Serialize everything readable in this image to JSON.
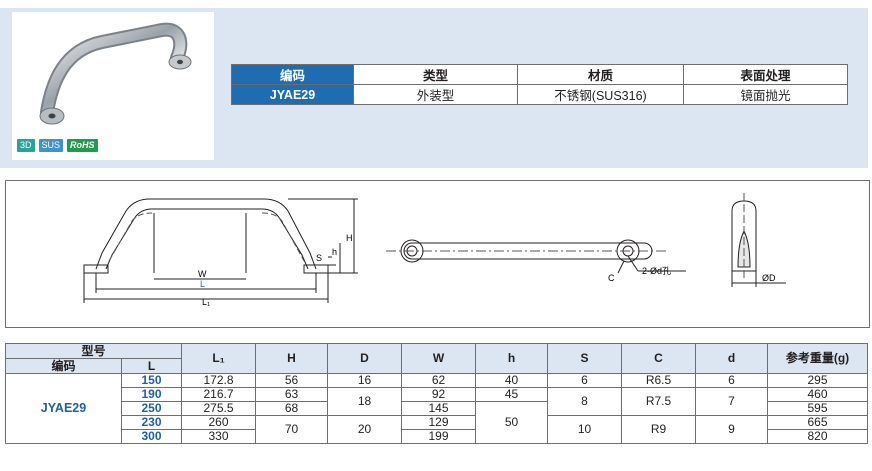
{
  "product": {
    "badges": [
      "3D",
      "SUS",
      "RoHS"
    ]
  },
  "code_table": {
    "headers": [
      "编码",
      "类型",
      "材质",
      "表面处理"
    ],
    "row": [
      "JYAE29",
      "外装型",
      "不锈钢(SUS316)",
      "镜面抛光"
    ]
  },
  "drawing": {
    "labels": {
      "H": "H",
      "h": "h",
      "S": "S",
      "W": "W",
      "L": "L",
      "L1": "L₁",
      "C": "C",
      "hole": "2-Ød孔",
      "D": "ØD"
    }
  },
  "spec_table": {
    "header": {
      "model": "型号",
      "code": "编码",
      "L": "L",
      "L1": "L₁",
      "H": "H",
      "D": "D",
      "W": "W",
      "h": "h",
      "S": "S",
      "C": "C",
      "d": "d",
      "weight": "参考重量(g)"
    },
    "code": "JYAE29",
    "rows": [
      {
        "L": "150",
        "L1": "172.8",
        "H": "56",
        "D": "16",
        "W": "62",
        "h": "40",
        "S": "6",
        "C": "R6.5",
        "d": "6",
        "weight": "295"
      },
      {
        "L": "190",
        "L1": "216.7",
        "H": "63",
        "D": "18",
        "W": "92",
        "h": "45",
        "S": "8",
        "C": "R7.5",
        "d": "7",
        "weight": "460"
      },
      {
        "L": "250",
        "L1": "275.5",
        "H": "68",
        "D": "",
        "W": "145",
        "h": "",
        "S": "",
        "C": "",
        "d": "",
        "weight": "595"
      },
      {
        "L": "230",
        "L1": "260",
        "H": "70",
        "D": "20",
        "W": "129",
        "h": "50",
        "S": "10",
        "C": "R9",
        "d": "9",
        "weight": "665"
      },
      {
        "L": "300",
        "L1": "330",
        "H": "",
        "D": "",
        "W": "199",
        "h": "",
        "S": "",
        "C": "",
        "d": "",
        "weight": "820"
      }
    ]
  }
}
